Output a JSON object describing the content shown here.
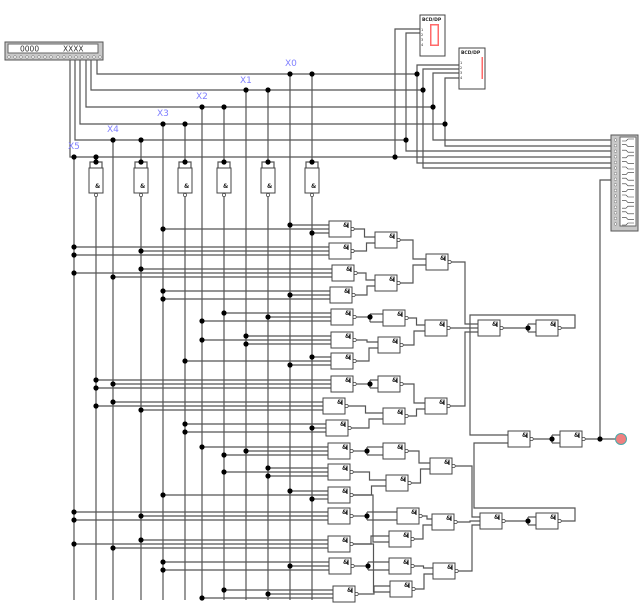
{
  "input_panel": {
    "value_display": "0000",
    "state_display": "XXXX"
  },
  "signals": [
    "X0",
    "X1",
    "X2",
    "X3",
    "X4",
    "X5"
  ],
  "displays": [
    {
      "label": "BCD/DP",
      "digit": "0",
      "pins": [
        "1",
        "2",
        "3",
        "4"
      ]
    },
    {
      "label": "BCD/DP",
      "digit": "1",
      "pins": [
        "1",
        "2",
        "3",
        "4"
      ]
    }
  ],
  "gate_symbol": "&",
  "output_led": {
    "state": "on"
  },
  "colors": {
    "wire": "#555555",
    "signal_label": "#8080ff",
    "segment_on": "#ff6a6a",
    "led_on": "#f08080",
    "led_border": "#4aa8a8",
    "panel": "#c8c8c8"
  }
}
